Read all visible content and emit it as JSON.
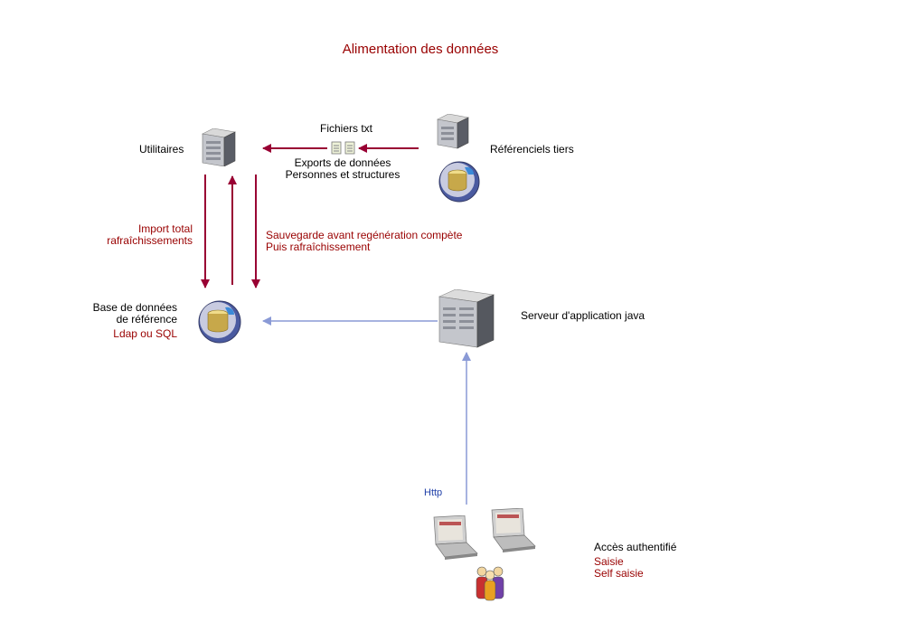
{
  "title": "Alimentation des données",
  "nodes": {
    "utilitaires": {
      "label": "Utilitaires"
    },
    "referenciels": {
      "label": "Référenciels tiers"
    },
    "base": {
      "label_line1": "Base de données",
      "label_line2": "de référence",
      "sub": "Ldap ou SQL"
    },
    "serveur": {
      "label": "Serveur d'application java"
    },
    "acces": {
      "label": "Accès authentifié",
      "sub1": "Saisie",
      "sub2": "Self saisie"
    }
  },
  "edges": {
    "fichiers_txt": "Fichiers txt",
    "exports_line1": "Exports de données",
    "exports_line2": "Personnes et structures",
    "import_line1": "Import total",
    "import_line2": "rafraîchissements",
    "sauvegarde_line1": "Sauvegarde avant regénération compète",
    "sauvegarde_line2": "Puis rafraîchissement",
    "http": "Http"
  },
  "colors": {
    "title": "#990000",
    "red_arrow": "#990033",
    "blue_arrow": "#8a9ad6",
    "http_text": "#1f3fa8"
  }
}
